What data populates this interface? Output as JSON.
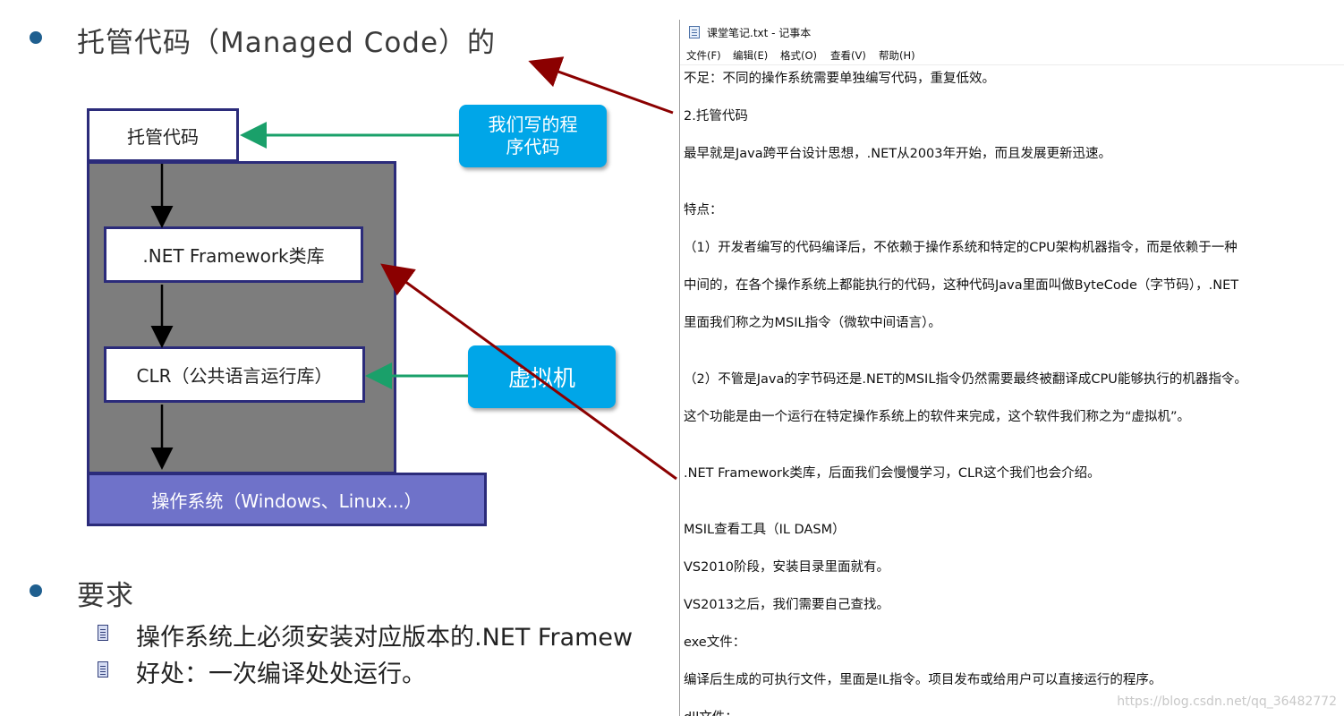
{
  "slide": {
    "heading_1": "托管代码（Managed Code）的",
    "heading_2": "要求",
    "sub_items": [
      "操作系统上必须安装对应版本的.NET  Framew",
      "好处：一次编译处处运行。"
    ],
    "diagram": {
      "managed_code_box": "托管代码",
      "framework_box": ".NET Framework类库",
      "clr_box": "CLR（公共语言运行库）",
      "os_box": "操作系统（Windows、Linux...）",
      "callout_code": "我们写的程\n序代码",
      "callout_vm": "虚拟机"
    },
    "colors": {
      "bullet": "#1f5f8f",
      "gray_area": "#7d7d7d",
      "os_box": "#6f72c9",
      "callout": "#00a6e8",
      "green_arrow": "#1aa06a",
      "red_arrow": "#8b0000"
    }
  },
  "notepad": {
    "icon": "notepad-icon",
    "title": "课堂笔记.txt - 记事本",
    "menu": [
      "文件(F)",
      "编辑(E)",
      "格式(O)",
      "查看(V)",
      "帮助(H)"
    ],
    "lines": [
      "不足：不同的操作系统需要单独编写代码，重复低效。",
      "2.托管代码",
      "最早就是Java跨平台设计思想，.NET从2003年开始，而且发展更新迅速。",
      "特点：",
      "（1）开发者编写的代码编译后，不依赖于操作系统和特定的CPU架构机器指令，而是依赖于一种",
      "中间的，在各个操作系统上都能执行的代码，这种代码Java里面叫做ByteCode（字节码），.NET",
      "里面我们称之为MSIL指令（微软中间语言）。",
      "（2）不管是Java的字节码还是.NET的MSIL指令仍然需要最终被翻译成CPU能够执行的机器指令。",
      "这个功能是由一个运行在特定操作系统上的软件来完成，这个软件我们称之为“虚拟机”。",
      ".NET Framework类库，后面我们会慢慢学习，CLR这个我们也会介绍。",
      "MSIL查看工具（IL DASM）",
      "VS2010阶段，安装目录里面就有。",
      "VS2013之后，我们需要自己查找。",
      "exe文件：",
      "编译后生成的可执行文件，里面是IL指令。项目发布或给用户可以直接运行的程序。",
      "dll文件："
    ]
  },
  "watermark": "https://blog.csdn.net/qq_36482772"
}
